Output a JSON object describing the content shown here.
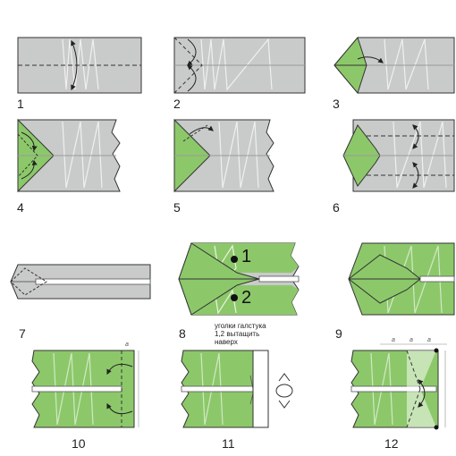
{
  "steps": [
    "1",
    "2",
    "3",
    "4",
    "5",
    "6",
    "7",
    "8",
    "9",
    "10",
    "11",
    "12"
  ],
  "note": "уголки галстука\n1,2 вытащить\nнаверх",
  "markers": [
    "1",
    "2"
  ],
  "dim_letter": "a",
  "colors": {
    "paper_gray": "#c9cbca",
    "paper_green": "#8cc86a",
    "edge": "#333333",
    "center_line": "#9a9a9a",
    "white_texture": "#ffffff"
  }
}
